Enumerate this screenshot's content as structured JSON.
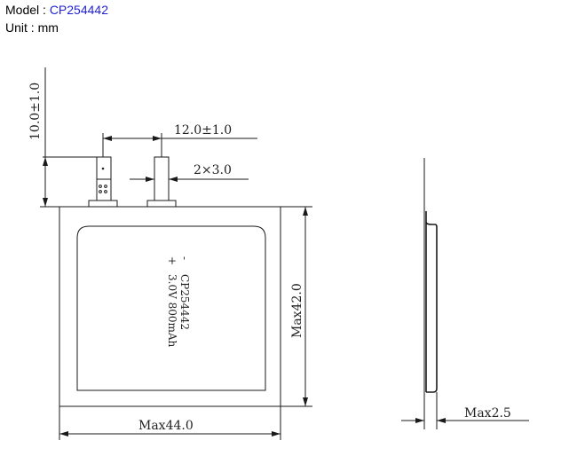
{
  "header": {
    "model_label": "Model : ",
    "model_value": "CP254442",
    "unit_label": "Unit : mm"
  },
  "dimensions": {
    "tab_length": "10.0±1.0",
    "tab_spacing": "12.0±1.0",
    "tab_size": "2×3.0",
    "height": "Max42.0",
    "width": "Max44.0",
    "thickness": "Max2.5"
  },
  "cell_label": {
    "polarity_neg": "-",
    "polarity_pos": "+",
    "model": "CP254442",
    "spec": "3.0V 800mAh"
  }
}
